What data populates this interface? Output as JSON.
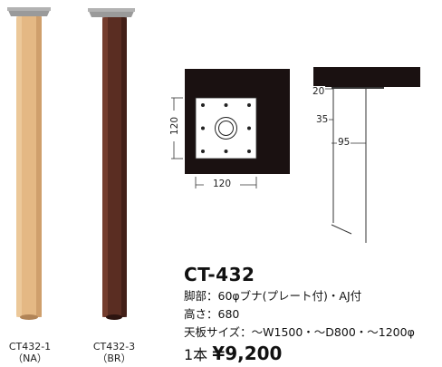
{
  "products": [
    {
      "code": "CT432-1",
      "variant": "（NA）",
      "leg_color": "#e4b884",
      "leg_shade": "#c99867"
    },
    {
      "code": "CT432-3",
      "variant": "（BR）",
      "leg_color": "#5a2d22",
      "leg_shade": "#3d1d16"
    }
  ],
  "diagram": {
    "plate_width": "120",
    "plate_height": "120",
    "dim_top": "20",
    "dim_diameter": "35",
    "dim_offset": "95"
  },
  "spec": {
    "model": "CT-432",
    "leg": "脚部：60φブナ(プレート付)・AJ付",
    "height": "高さ：680",
    "tabletop": "天板サイズ：～W1500・～D800・～1200φ",
    "price_label": "1本",
    "price": "¥9,200"
  },
  "colors": {
    "plate": "#8c8c8c",
    "tabletop": "#1a1111",
    "text": "#111111"
  }
}
